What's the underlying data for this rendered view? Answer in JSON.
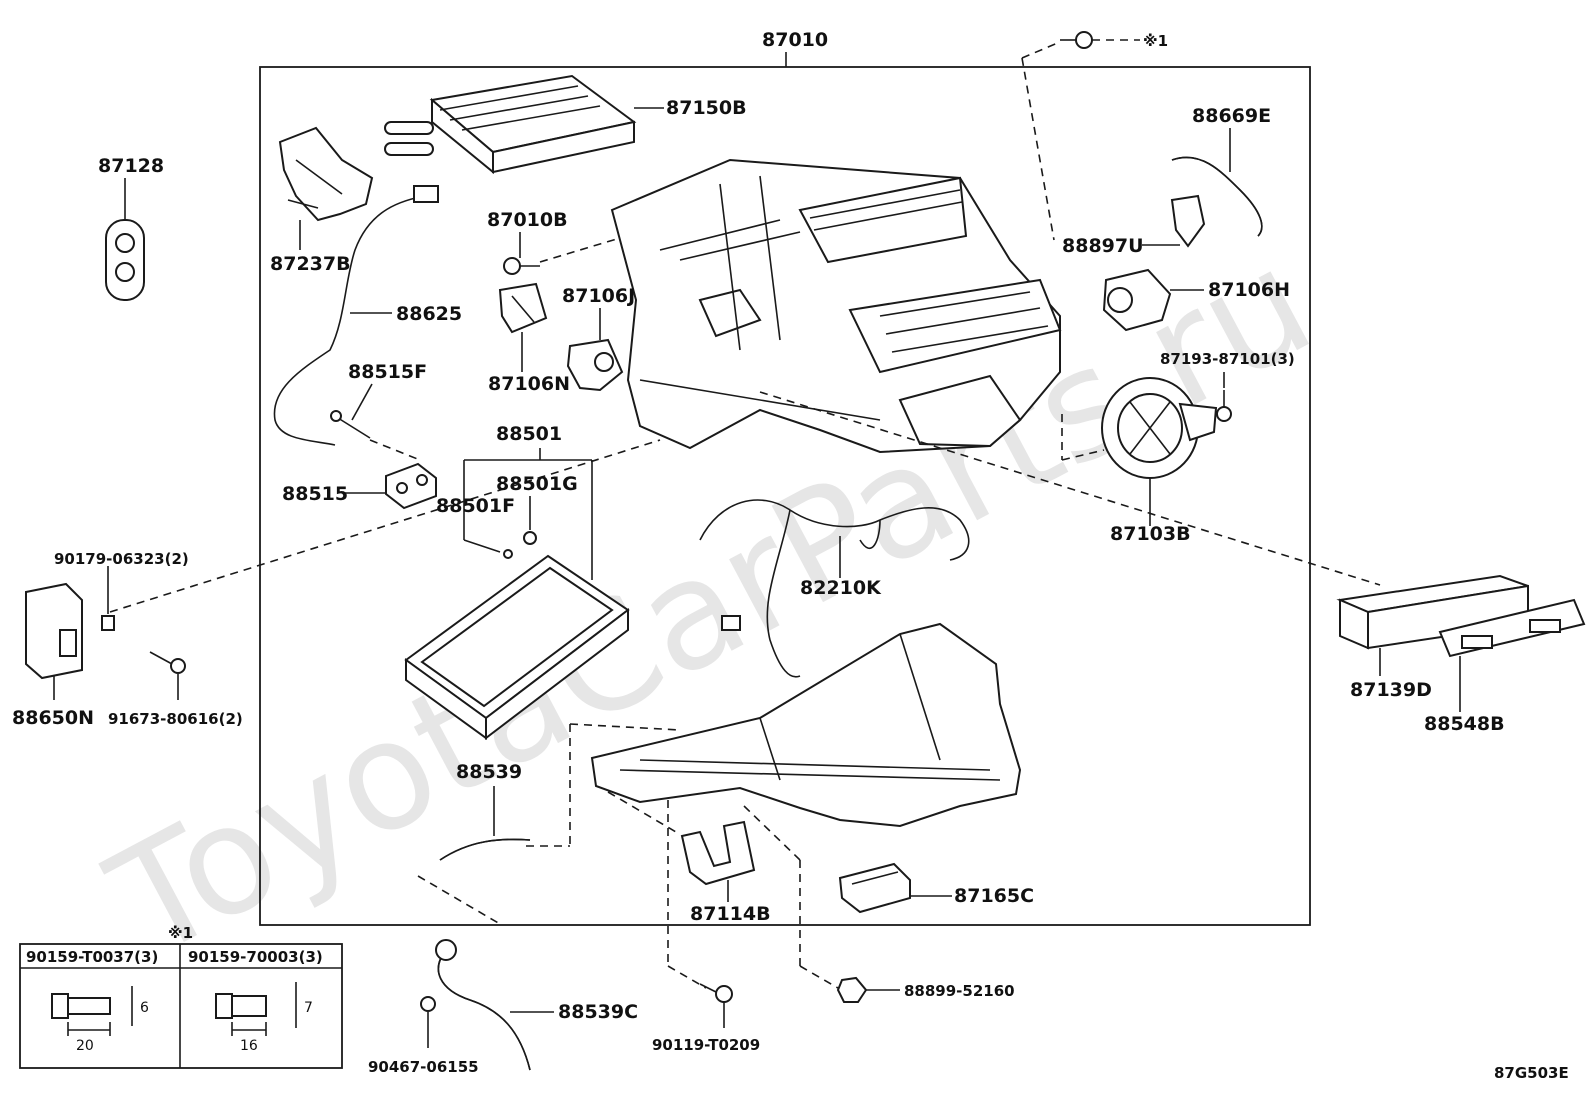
{
  "watermark": "ToyotaCarParts.ru",
  "diagram_id": "87G503E",
  "note_marker": "※1",
  "labels": {
    "p87010": "87010",
    "p87150B": "87150B",
    "p87128": "87128",
    "p87237B": "87237B",
    "p87010B": "87010B",
    "p88625": "88625",
    "p87106J": "87106J",
    "p87106N": "87106N",
    "p88515F": "88515F",
    "p88501": "88501",
    "p88501G": "88501G",
    "p88501F": "88501F",
    "p88515": "88515",
    "p88669E": "88669E",
    "p88897U": "88897U",
    "p87106H": "87106H",
    "p87193": "87193-87101(3)",
    "p87103B": "87103B",
    "p82210K": "82210K",
    "p90179": "90179-06323(2)",
    "p88650N": "88650N",
    "p91673": "91673-80616(2)",
    "p87139D": "87139D",
    "p88548B": "88548B",
    "p88539": "88539",
    "p87114B": "87114B",
    "p87165C": "87165C",
    "p88899": "88899-52160",
    "p90119": "90119-T0209",
    "p88539C": "88539C",
    "p90467": "90467-06155"
  },
  "bolt_table": {
    "marker": "※1",
    "col1": {
      "header": "90159-T0037(3)",
      "length": "20",
      "diameter": "6"
    },
    "col2": {
      "header": "90159-70003(3)",
      "length": "16",
      "diameter": "7"
    }
  }
}
